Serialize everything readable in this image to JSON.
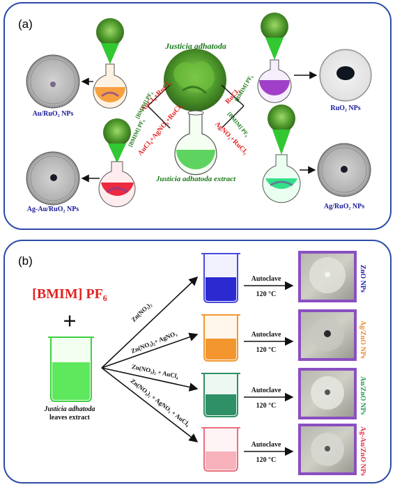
{
  "panel_a": {
    "label": "(a)",
    "plant_name": "Justicia adhatoda",
    "extract_label": "Justicia adhatoda extract",
    "left_products": [
      {
        "name": "Au/RuO₂ NPs",
        "reagent": "AuCl₄+RuCl₃",
        "il": "[BMIM] PF₆"
      },
      {
        "name": "Ag-Au/RuO₂ NPs",
        "reagent": "AuCl₄+AgNO₃+RuCl₃",
        "il": "[BMIM] PF₆"
      }
    ],
    "right_products": [
      {
        "name": "RuO₂ NPs",
        "reagent": "RuCl₃",
        "il": "[BMIM] PF₆"
      },
      {
        "name": "Ag/RuO₂ NPs",
        "reagent": "AgNO₃+RuCl₃",
        "il": "[BMIM] PF₆"
      }
    ]
  },
  "panel_b": {
    "label": "(b)",
    "ionic_liquid": "[BMIM] PF₆",
    "plus": "+",
    "extract_line1": "Justicia adhatoda",
    "extract_line2": "leaves extract",
    "routes": [
      {
        "reagent": "Zn(NO₃)₂",
        "step": "Autoclave",
        "temp": "120 °C",
        "product": "ZnO NPs",
        "product_color": "#1a1ab0",
        "liquid": "#2a2ad0"
      },
      {
        "reagent": "Zn(NO₃)₂+ AgNO₃",
        "step": "Autoclave",
        "temp": "120 °C",
        "product": "Ag/ZnO NPs",
        "product_color": "#e88a2a",
        "liquid": "#f3962e"
      },
      {
        "reagent": "Zn(NO₃)₂ + AuCl₄",
        "step": "Autoclave",
        "temp": "120 °C",
        "product": "Au/ZnO NPs",
        "product_color": "#1f9a5a",
        "liquid": "#2f8f66"
      },
      {
        "reagent": "Zn(NO₃)₂ + AgNO₃ + AuCl₄",
        "step": "Autoclave",
        "temp": "120 °C",
        "product": "Ag-Au/ZnO NPs",
        "product_color": "#e0304a",
        "liquid": "#f7b2bc"
      }
    ]
  },
  "colors": {
    "border": "#2b4aa8",
    "title_red": "#e32222",
    "label_green": "#1c7a1c",
    "product_blue": "#1a1a9a",
    "frame_purple": "#8a4fc0"
  }
}
